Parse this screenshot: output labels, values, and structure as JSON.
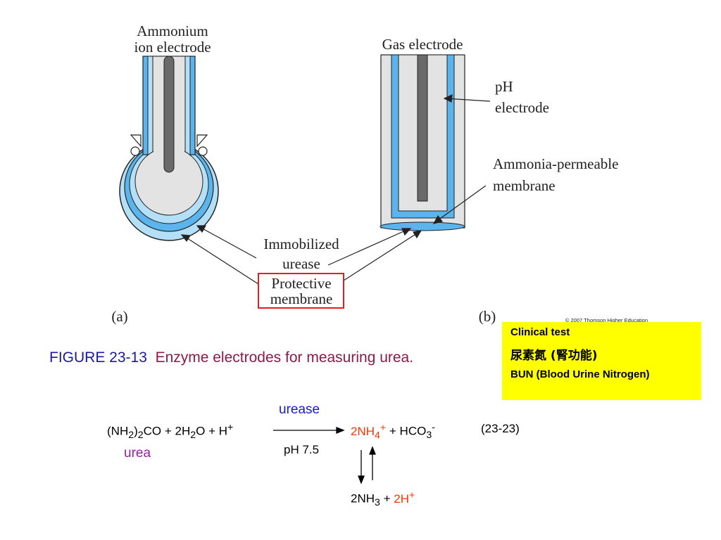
{
  "labels": {
    "ammonium_line1": "Ammonium",
    "ammonium_line2": "ion electrode",
    "gas_electrode": "Gas electrode",
    "ph_line1": "pH",
    "ph_line2": "electrode",
    "ammonia_line1": "Ammonia-permeable",
    "ammonia_line2": "membrane",
    "immobilized_line1": "Immobilized",
    "immobilized_line2": "urease",
    "protective_line1": "Protective",
    "protective_line2": "membrane",
    "panel_a": "(a)",
    "panel_b": "(b)",
    "copyright": "© 2007 Thomson Higher Education"
  },
  "caption": {
    "number": "FIGURE 23-13",
    "text": "Enzyme electrodes for measuring urea."
  },
  "clinical": {
    "title": "Clinical test",
    "chinese": "尿素氮 (腎功能)",
    "bun": "BUN (Blood Urine Nitrogen)"
  },
  "equation": {
    "left_a": "(NH",
    "left_sub1": "2",
    "left_b": ")",
    "left_sub2": "2",
    "left_c": "CO + 2H",
    "left_sub3": "2",
    "left_d": "O + H",
    "left_sup": "+",
    "enzyme": "urease",
    "condition": "pH 7.5",
    "product_a": "2NH",
    "product_sub": "4",
    "product_sup": "+",
    "product_b": " + HCO",
    "product_sub2": "3",
    "product_sup2": "-",
    "eq_number": "(23-23)",
    "reactant_name": "urea",
    "bottom_a": "2NH",
    "bottom_sub": "3",
    "bottom_b": " + ",
    "bottom_c": "2H",
    "bottom_sup": "+"
  },
  "colors": {
    "light_blue": "#b3e0f7",
    "mid_blue": "#5bb4ec",
    "gray_fill": "#e3e3e3",
    "rod": "#6a6a6a",
    "red_box": "#e02020",
    "yellow": "#ffff00"
  }
}
